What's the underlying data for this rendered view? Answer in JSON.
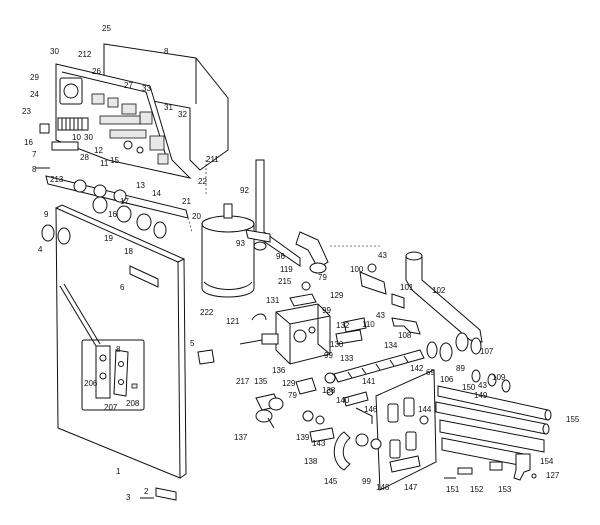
{
  "diagram": {
    "callouts": [
      "25",
      "8",
      "30",
      "212",
      "26",
      "27",
      "33",
      "29",
      "24",
      "31",
      "32",
      "23",
      "10",
      "30",
      "16",
      "7",
      "12",
      "28",
      "11",
      "15",
      "13",
      "14",
      "22",
      "211",
      "8",
      "213",
      "21",
      "17",
      "20",
      "9",
      "16",
      "19",
      "18",
      "92",
      "93",
      "96",
      "119",
      "4",
      "6",
      "43",
      "100",
      "129",
      "43",
      "101",
      "102",
      "215",
      "79",
      "99",
      "131",
      "222",
      "121",
      "132",
      "110",
      "108",
      "107",
      "130",
      "133",
      "5",
      "99",
      "134",
      "89",
      "109",
      "43",
      "142",
      "69",
      "106",
      "150",
      "217",
      "135",
      "136",
      "129",
      "138",
      "141",
      "144",
      "149",
      "155",
      "79",
      "140",
      "146",
      "137",
      "143",
      "139",
      "138",
      "145",
      "99",
      "148",
      "147",
      "151",
      "152",
      "153",
      "154",
      "127",
      "2",
      "3",
      "1",
      "206",
      "207",
      "208",
      "8"
    ]
  }
}
